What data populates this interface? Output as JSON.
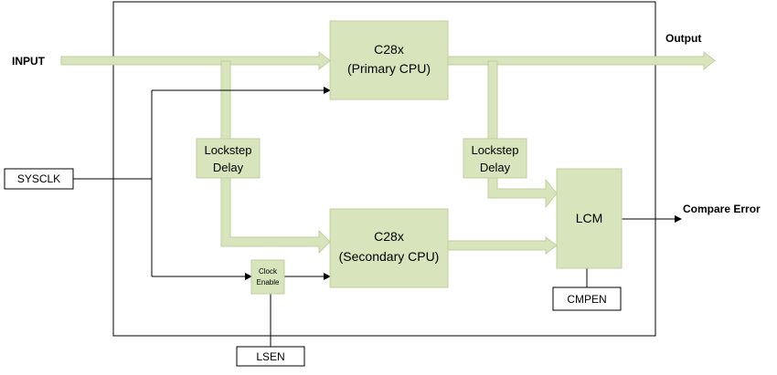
{
  "labels": {
    "input": "INPUT",
    "output": "Output",
    "compare_error": "Compare Error",
    "sysclk": "SYSCLK",
    "lsen": "LSEN",
    "cmpen": "CMPEN"
  },
  "blocks": {
    "primary_cpu": {
      "line1": "C28x",
      "line2": "(Primary CPU)"
    },
    "secondary_cpu": {
      "line1": "C28x",
      "line2": "(Secondary CPU)"
    },
    "lockstep_delay_in": {
      "line1": "Lockstep",
      "line2": "Delay"
    },
    "lockstep_delay_out": {
      "line1": "Lockstep",
      "line2": "Delay"
    },
    "lcm": {
      "label": "LCM"
    },
    "clock_enable": {
      "line1": "Clock",
      "line2": "Enable"
    }
  },
  "colors": {
    "block_fill": "#d8e4bc",
    "block_stroke": "#c0cfa0",
    "arrow_fill": "#d8e4bc",
    "line": "#000000"
  }
}
